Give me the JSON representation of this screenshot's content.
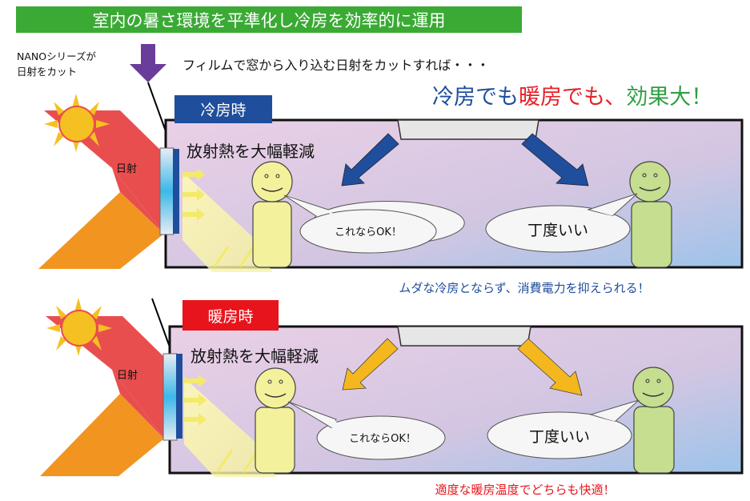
{
  "header": {
    "title": "室内の暑さ環境を平準化し冷房を効率的に運用",
    "bg_color": "#3aaa35"
  },
  "intro": {
    "nano_note_line1": "NANOシリーズが",
    "nano_note_line2": "日射をカット",
    "film_text": "フィルムで窓から入り込む日射をカットすれば・・・",
    "arrow_color": "#6a3d9a"
  },
  "headline": {
    "part1": "冷房でも",
    "part2": "暖房でも、",
    "part3": "効果大！",
    "color1": "#1f4e9c",
    "color2": "#e8212b",
    "color3": "#2f9e44"
  },
  "panels": [
    {
      "id": "cooling",
      "label": "冷房時",
      "label_bg": "#1f4e9c",
      "sun_label": "日射",
      "radiant_text": "放射熱を大幅軽減",
      "speech_left": "これならOK！",
      "speech_right": "丁度いい",
      "airflow_color": "#1f4e9c",
      "caption": "ムダな冷房とならず、消費電力を抑えられる！",
      "caption_color": "#1f4e9c"
    },
    {
      "id": "heating",
      "label": "暖房時",
      "label_bg": "#e8141c",
      "sun_label": "日射",
      "radiant_text": "放射熱を大幅軽減",
      "speech_left": "これならOK！",
      "speech_right": "丁度いい",
      "airflow_color": "#f4b71e",
      "caption": "適度な暖房温度でどちらも快適！",
      "caption_color": "#e8141c"
    }
  ]
}
